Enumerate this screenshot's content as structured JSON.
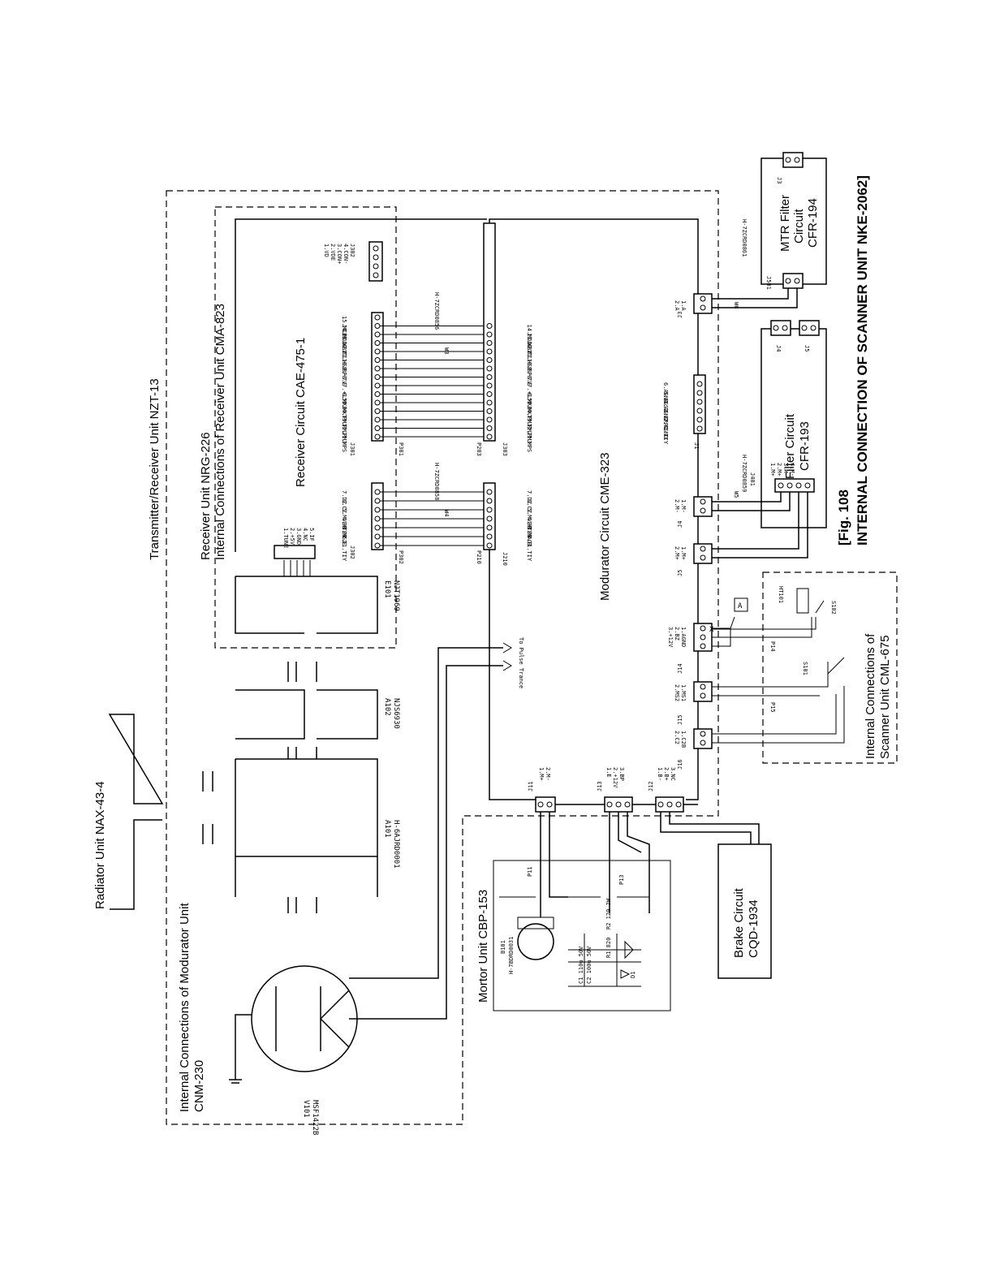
{
  "figure": {
    "number": "[Fig. 108",
    "title": "INTERNAL CONNECTION OF SCANNER UNIT NKE-2062]"
  },
  "units": {
    "radiator": "Radiator Unit  NAX-43-4",
    "modulator_internal": [
      "Internal Connections of Modurator Unit",
      "CNM-230"
    ],
    "transmitter_receiver": "Transmitter/Receiver Unit  NZT-13",
    "receiver_unit": "Receiver Unit  NRG-226",
    "receiver_internal": "Internal Connections of Receiver Unit  CMA-823",
    "receiver_circuit": "Receiver Circuit  CAE-475-1",
    "modurator_circuit": "Modurator Circuit  CME-323",
    "mortor_unit": "Mortor Unit  CBP-153",
    "brake_circuit": [
      "Brake Circuit",
      "CQD-1934"
    ],
    "filter_circuit": [
      "Filter Circuit",
      "CFR-193"
    ],
    "mtr_filter": [
      "MTR Filter",
      "Circuit",
      "CFR-194"
    ],
    "scanner_internal": [
      "Internal Connections of",
      "Scanner Unit  CML-675"
    ]
  },
  "components": {
    "v101": [
      "V101",
      "MSF1422B"
    ],
    "a101": [
      "A101",
      "H-6AJRD0001"
    ],
    "a102": [
      "A102",
      "NJS6930"
    ],
    "e101": [
      "E101",
      "NJT1969"
    ],
    "b101": [
      "B101",
      "H-7BDRD0031"
    ],
    "ht101": "HT101",
    "s101": "S101",
    "s102": "S102",
    "to_pulse_trance": "To Pulse Trance",
    "x_mark": "X",
    "a_mark": "A"
  },
  "connectors": {
    "J302_rx": {
      "name": "J302",
      "pins": [
        "1.TUNE",
        "2.+5V",
        "3.GND",
        "4.NC",
        "5.IF"
      ]
    },
    "J302_top": {
      "name": "J302",
      "pins": [
        "1.VD",
        "2.VDE",
        "3.CON+",
        "4.CON-"
      ]
    },
    "J301": {
      "name": "J301",
      "pins": [
        "1.MPS",
        "2.PM3",
        "3.PM2",
        "4.PM1",
        "5.MKT",
        "6.MKB",
        "7.+15V",
        "8.E",
        "9.-7V",
        "10.BP",
        "11.HSP",
        "12.TI",
        "13.+BV",
        "14.MDDD",
        "15.MIER"
      ]
    },
    "J303": {
      "name": "J303",
      "pins": [
        "1.MPS",
        "2.PM3",
        "3.PM2",
        "4.PM1",
        "5.MKT",
        "6.MKB",
        "7.+15V",
        "8.E",
        "9.-7V",
        "10.BP",
        "11.HSP",
        "12.TI",
        "13.+BV",
        "14.MDDD"
      ]
    },
    "J302_mod": {
      "name": "J210",
      "pins": [
        "1.TIY",
        "2.E",
        "3.MAGI",
        "4.HTER",
        "5.MVER",
        "6.CZ",
        "7.DZ"
      ]
    },
    "J302_top2": {
      "name": "J302",
      "pins": [
        "1.TIY",
        "2.E",
        "3.MGI",
        "4.HTER",
        "5.MVER",
        "6.CZ",
        "7.DZ"
      ]
    },
    "plugs": {
      "p301": "P301",
      "p203": "P203",
      "p302": "P302",
      "p210": "P210"
    },
    "harness_w3": [
      "W3",
      "H-7ZCRD0856"
    ],
    "harness_w4": [
      "W4",
      "H-7ZCRD0858"
    ],
    "harness_w5": [
      "W5",
      "H-7ZCRD0859"
    ],
    "harness_w6": [
      "W6",
      "H-7ZCRD0861"
    ],
    "J1": {
      "name": "J1",
      "pins": [
        "1.TIY",
        "2.AGND",
        "3.ERPD",
        "4.AGND",
        "5.EGS2",
        "6.AGND"
      ]
    },
    "J3": {
      "name": "J3",
      "pins": [
        "1.A",
        "2.A"
      ]
    },
    "J4": {
      "name": "J4",
      "pins": [
        "1.M-",
        "2.M-"
      ]
    },
    "J5": {
      "name": "J5",
      "pins": [
        "1.M+",
        "2.M+"
      ]
    },
    "J14": {
      "name": "J14",
      "pins": [
        "1.AGND",
        "2.BZ",
        "3.+12V"
      ]
    },
    "J15": {
      "name": "J15",
      "pins": [
        "1.MS1",
        "2.MS2"
      ]
    },
    "J16": {
      "name": "J16",
      "pins": [
        "1.C2B",
        "2.C2"
      ]
    },
    "J11": {
      "name": "J11",
      "pins": [
        "1.M+",
        "2.M-"
      ]
    },
    "J13": {
      "name": "J13",
      "pins": [
        "1.E",
        "2.+12V",
        "3.BP"
      ]
    },
    "J12": {
      "name": "J12",
      "pins": [
        "1.B-",
        "2.B+",
        "3.NC"
      ]
    },
    "J401": {
      "name": "J401",
      "pins": [
        "1.M+",
        "2.M+",
        "3.M-",
        "4.M-"
      ]
    },
    "J4f": "J4",
    "J5f": "J5",
    "J501": "J501",
    "J3f": "J3",
    "P11": "P11",
    "P13": "P13",
    "P14": "P14",
    "P15": "P15"
  },
  "motor_parts": [
    "C1 110u 50V",
    "C2 100u 50V",
    "R1 820",
    "R2 120 2W",
    "D1"
  ]
}
